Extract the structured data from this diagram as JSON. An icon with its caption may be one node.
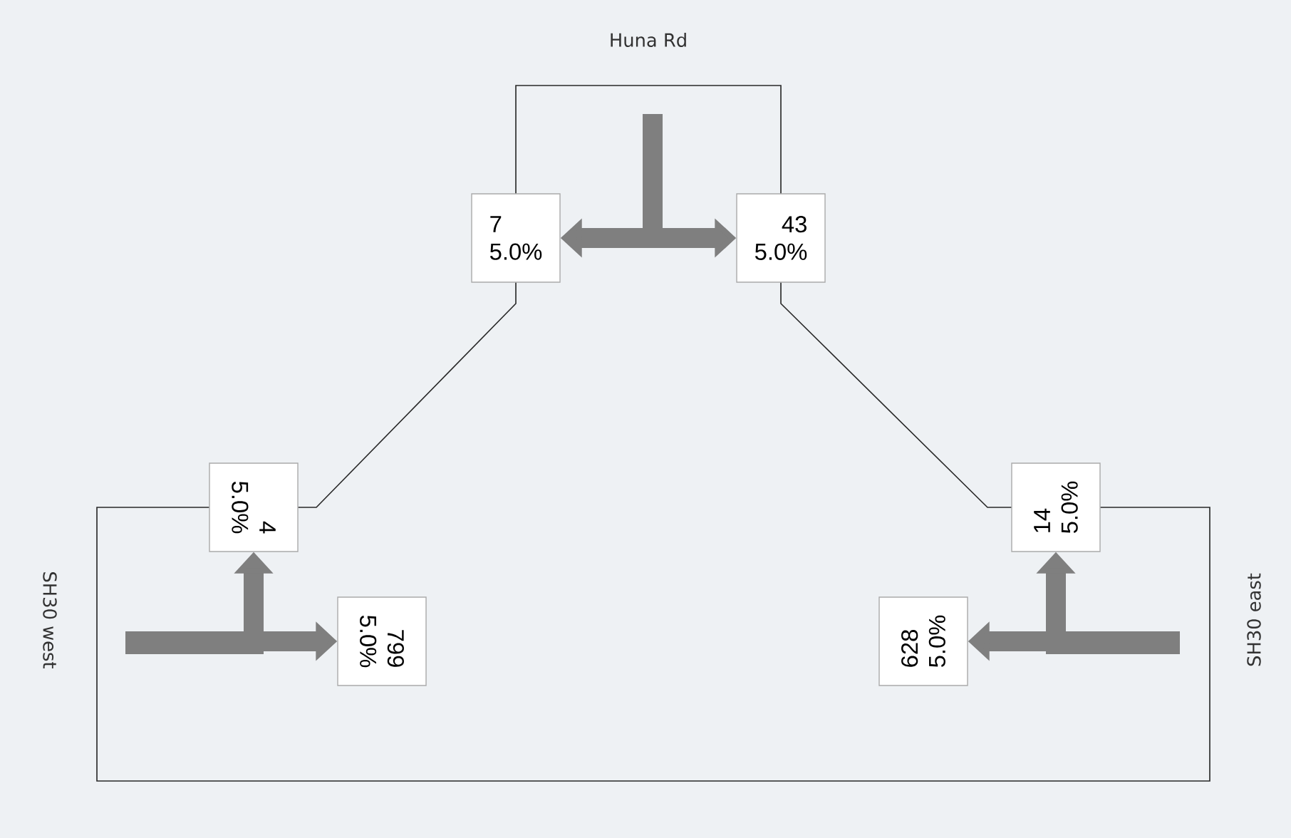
{
  "diagram": {
    "nodes": [
      {
        "text": [
          "7",
          "5.0%"
        ]
      },
      {
        "text": [
          "43",
          "5.0%"
        ]
      },
      {
        "text": [
          "4",
          "5.0%"
        ]
      },
      {
        "text": [
          "14",
          "5.0%"
        ]
      },
      {
        "text": [
          "799",
          "5.0%"
        ]
      },
      {
        "text": [
          "628",
          "5.0%"
        ]
      }
    ],
    "edges": [
      {
        "from": 0,
        "to": 1,
        "arrow": "none"
      },
      {
        "from": 0,
        "to": 2,
        "arrow": "none"
      },
      {
        "from": 1,
        "to": 3,
        "arrow": "none"
      },
      {
        "from": 2,
        "to": 3,
        "arrow": "none"
      },
      {
        "from": null,
        "to": 0,
        "arrow": "to",
        "color": "#7f7f7f"
      },
      {
        "from": null,
        "to": 1,
        "arrow": "to",
        "color": "#7f7f7f"
      },
      {
        "from": null,
        "to": 2,
        "arrow": "to",
        "color": "#7f7f7f"
      },
      {
        "from": null,
        "to": 4,
        "arrow": "to",
        "color": "#7f7f7f"
      },
      {
        "from": null,
        "to": 3,
        "arrow": "to",
        "color": "#7f7f7f"
      },
      {
        "from": null,
        "to": 5,
        "arrow": "to",
        "color": "#7f7f7f"
      }
    ],
    "labels": [
      "Huna Rd",
      "SH30 west",
      "SH30 east"
    ]
  }
}
